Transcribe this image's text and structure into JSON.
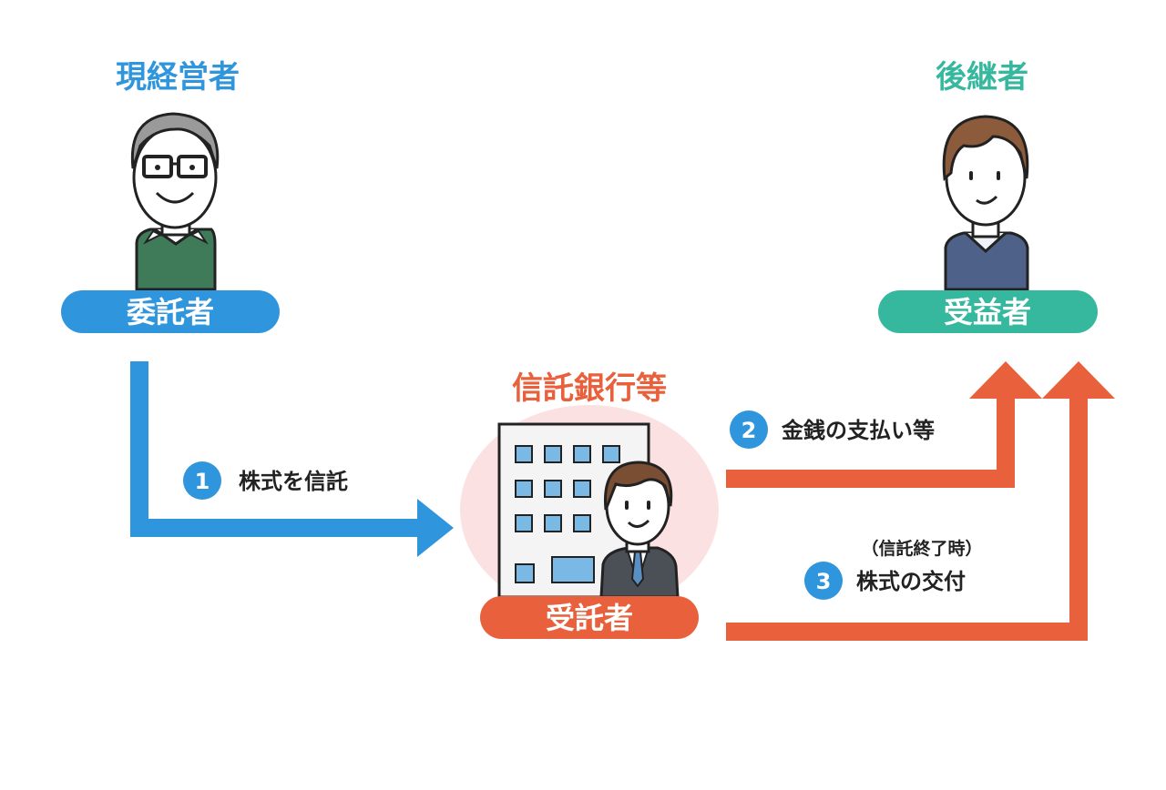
{
  "colors": {
    "blue": "#2f95dc",
    "green": "#36b89f",
    "orange": "#e8603c",
    "bank_bg": "#fbe1e1"
  },
  "current_owner": {
    "title": "現経営者",
    "role": "委託者",
    "icon": "old-man-glasses"
  },
  "successor": {
    "title": "後継者",
    "role": "受益者",
    "icon": "young-man"
  },
  "trust_bank": {
    "title": "信託銀行等",
    "role": "受託者",
    "icon": "office-building-with-businessman"
  },
  "steps": [
    {
      "number": "1",
      "label": "株式を信託"
    },
    {
      "number": "2",
      "label": "金銭の支払い等"
    },
    {
      "number": "3",
      "label": "株式の交付",
      "note": "（信託終了時）"
    }
  ]
}
